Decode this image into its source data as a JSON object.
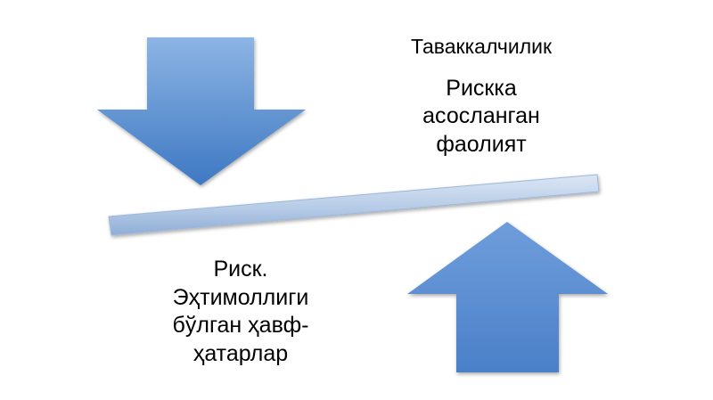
{
  "labels": {
    "title": "Таваккалчилик",
    "top_right": [
      "Рискка",
      "асосланган",
      "фаолият"
    ],
    "bottom_left": [
      "Риск.",
      "Эҳтимоллиги",
      "бўлган ҳавф-",
      "ҳатарлар"
    ]
  },
  "icons": {
    "down_arrow": "arrow-down-icon",
    "up_arrow": "arrow-up-icon"
  },
  "colors": {
    "arrow_light": "#7fa9de",
    "arrow_dark": "#3f78c2",
    "beam_light": "#c9d9ee",
    "beam_dark": "#95b3d9"
  }
}
